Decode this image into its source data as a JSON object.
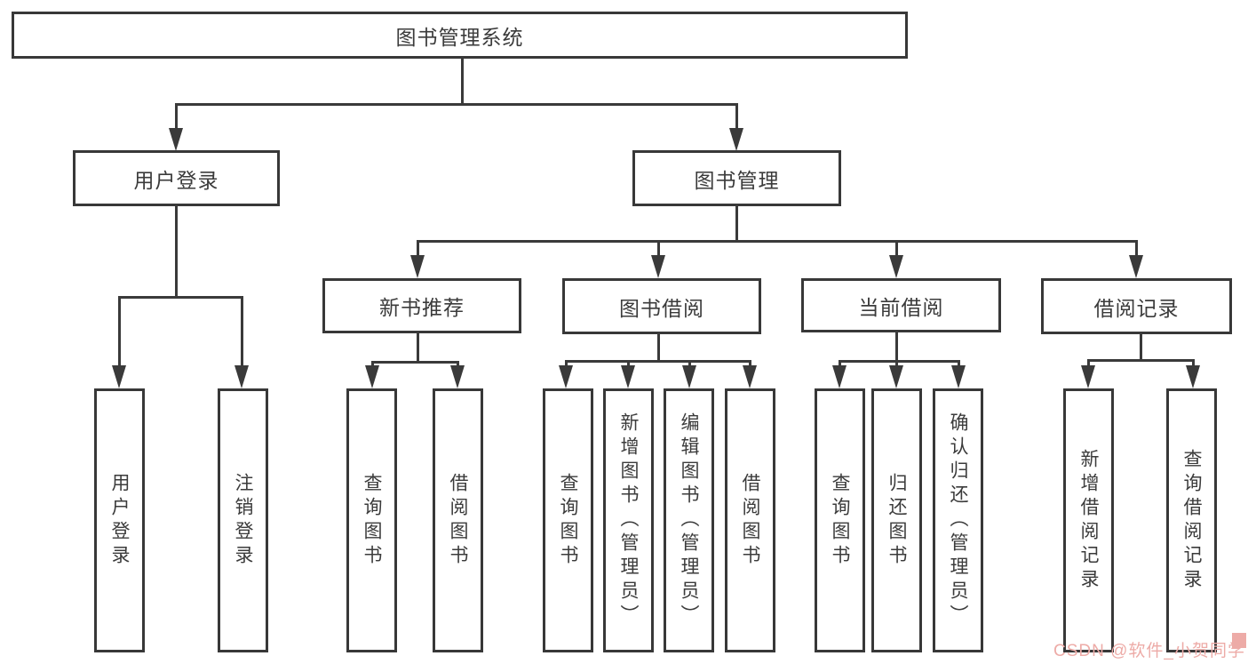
{
  "colors": {
    "line": "#3a3a3a",
    "box-border": "#383838",
    "text": "#3b3b3b",
    "watermark": "#edaba7",
    "background": "#ffffff"
  },
  "diagram": {
    "root": {
      "label": "图书管理系统"
    },
    "level2": [
      {
        "label": "用户登录"
      },
      {
        "label": "图书管理"
      }
    ],
    "level3": [
      {
        "label": "新书推荐"
      },
      {
        "label": "图书借阅"
      },
      {
        "label": "当前借阅"
      },
      {
        "label": "借阅记录"
      }
    ],
    "leaves": {
      "user_login": [
        "用户登录",
        "注销登录"
      ],
      "new_books": [
        "查询图书",
        "借阅图书"
      ],
      "book_borrow": [
        "查询图书",
        "新增图书（管理员）",
        "编辑图书（管理员）",
        "借阅图书"
      ],
      "current_borrow": [
        "查询图书",
        "归还图书",
        "确认归还（管理员）"
      ],
      "borrow_records": [
        "新增借阅记录",
        "查询借阅记录"
      ]
    }
  },
  "watermark": {
    "text": "CSDN @软件_小贺同学"
  }
}
